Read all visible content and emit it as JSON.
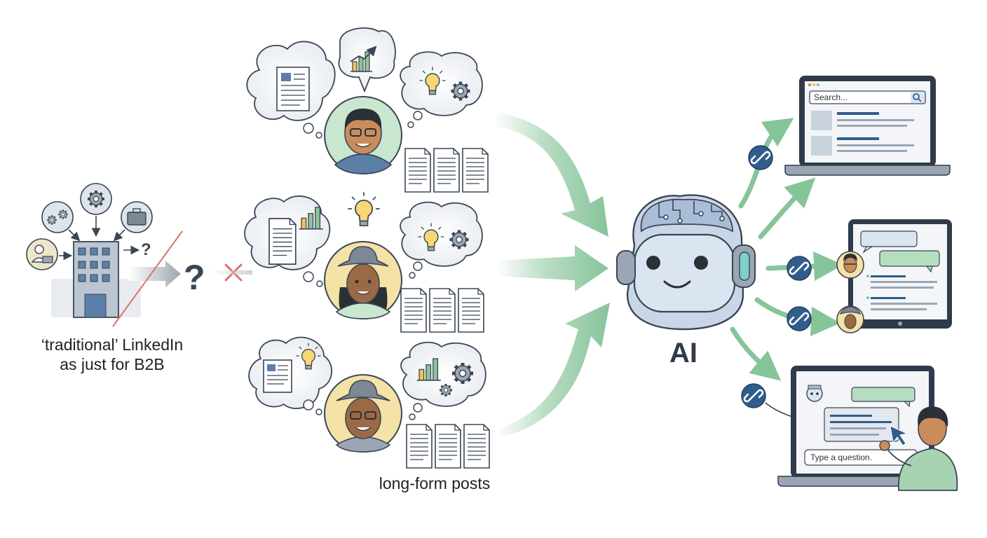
{
  "labels": {
    "traditional_line1": "‘traditional’ LinkedIn",
    "traditional_line2": "as just for B2B",
    "long_form_posts": "long-form posts",
    "ai": "AI",
    "search_placeholder": "Search...",
    "question_placeholder": "Type a question."
  },
  "colors": {
    "arrow_green": "#86c49a",
    "link_blue": "#2f5d8c",
    "cross_red": "#d9746a",
    "robot_blue": "#bccde3",
    "outline": "#3b4654"
  },
  "icons": [
    "building-icon",
    "gear-icon",
    "briefcase-icon",
    "person-icon",
    "question-icon",
    "cross-icon",
    "document-icon",
    "chart-icon",
    "lightbulb-icon",
    "avatar-icon",
    "robot-icon",
    "link-icon",
    "laptop-icon",
    "tablet-icon",
    "search-icon",
    "cursor-icon"
  ]
}
